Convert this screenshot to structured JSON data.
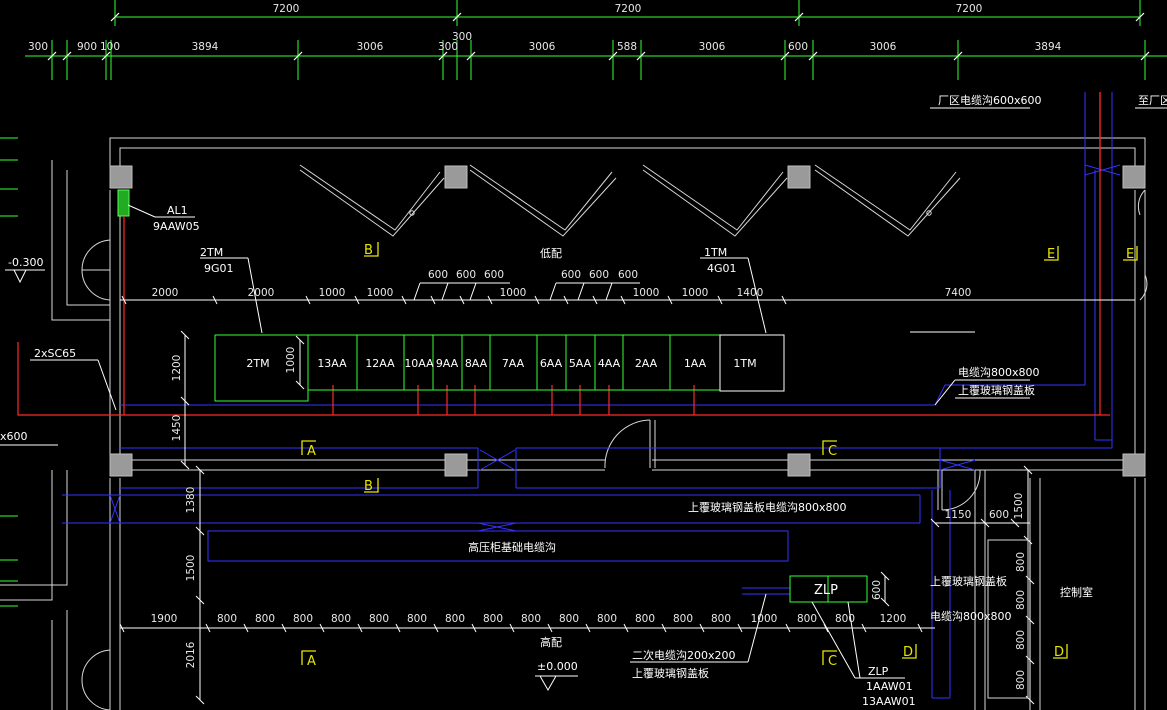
{
  "drawing": {
    "top_dims_upper": [
      "7200",
      "7200",
      "7200"
    ],
    "top_dims_lower": [
      "300",
      "900",
      "100",
      "3894",
      "3006",
      "300",
      "300",
      "3006",
      "588",
      "3006",
      "600",
      "3006",
      "3894"
    ],
    "room_labels": {
      "low_voltage": "低配",
      "high_voltage": "高配",
      "control": "控制室"
    },
    "level_marks": [
      "-0.300",
      "±0.000"
    ],
    "notes": {
      "plant_trench": "厂区电缆沟600x600",
      "to_plant": "至厂区",
      "al1": "AL1",
      "al1_code": "9AAW05",
      "tm2": "2TM",
      "tm2_code": "9G01",
      "tm1": "1TM",
      "tm1_code": "4G01",
      "pipe": "2xSC65",
      "trench_left": "x600",
      "trench_800": "电缆沟800x800",
      "steel_cover": "上覆玻璃钢盖板",
      "main_trench": "上覆玻璃钢盖板电缆沟800x800",
      "hv_trench": "高压柜基础电缆沟",
      "sec_trench": "二次电缆沟200x200",
      "sec_cover": "上覆玻璃钢盖板",
      "right_cover": "上覆玻璃钢盖板",
      "right_trench": "电缆沟800x800",
      "zlp": "ZLP",
      "zlp_label": "ZLP",
      "zlp_code1": "1AAW01",
      "zlp_code2": "13AAW01"
    },
    "panel_row_dims": [
      "2000",
      "2000",
      "1000",
      "1000",
      "1000",
      "1000",
      "1000",
      "1400",
      "7400"
    ],
    "panel_row_dims_upper": [
      "600",
      "600",
      "600",
      "600",
      "600",
      "600"
    ],
    "panels": [
      "2TM",
      "13AA",
      "12AA",
      "10AA",
      "9AA",
      "8AA",
      "7AA",
      "6AA",
      "5AA",
      "4AA",
      "2AA",
      "1AA",
      "1TM"
    ],
    "vertical_dims": [
      "1200",
      "1000",
      "1450",
      "1380",
      "1500",
      "2016",
      "600",
      "1500",
      "800",
      "800",
      "800",
      "800"
    ],
    "bottom_row_dims": [
      "1900",
      "800",
      "800",
      "800",
      "800",
      "800",
      "800",
      "800",
      "800",
      "800",
      "800",
      "800",
      "800",
      "800",
      "800",
      "1000",
      "800",
      "800",
      "1200"
    ],
    "right_dims": [
      "1150",
      "600"
    ],
    "section_marks": [
      "B",
      "E",
      "E",
      "A",
      "C",
      "B",
      "A",
      "C",
      "D",
      "D"
    ],
    "colors": {
      "background": "#000000",
      "wall": "#d9d9d9",
      "dim": "#33ff33",
      "cable": "#3333ff",
      "feeder": "#ff2a2a",
      "panel": "#33ff33",
      "marker": "#e6e600",
      "column": "#9a9a9a"
    }
  }
}
